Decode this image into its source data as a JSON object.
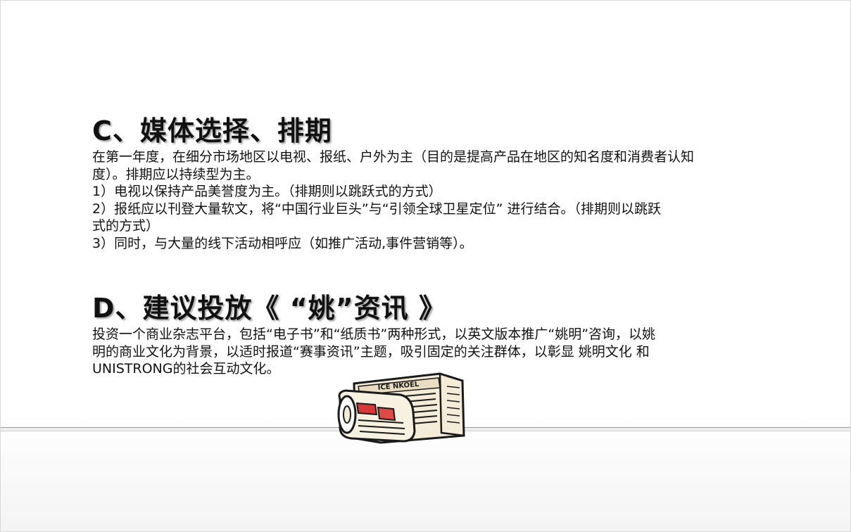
{
  "section_c": {
    "heading": "C、媒体选择、排期",
    "lines": [
      "在第一年度，在细分市场地区以电视、报纸、户外为主（目的是提高产品在地区的知名度和消费者认知",
      "度）。排期应以持续型为主。",
      "1）电视以保持产品美誉度为主。（排期则以跳跃式的方式）",
      "2）报纸应以刊登大量软文，将“中国行业巨头”与“引领全球卫星定位” 进行结合。（排期则以跳跃",
      "式的方式）",
      "3）同时，与大量的线下活动相呼应（如推广活动,事件营销等）。"
    ]
  },
  "section_d": {
    "heading": "D、建议投放《 “姚”资讯 》",
    "lines": [
      "投资一个商业杂志平台，包括“电子书”和“纸质书”两种形式，以英文版本推广“姚明”咨询，以姚",
      "明的商业文化为背景，以适时报道“赛事资讯”主题，吸引固定的关注群体，以彰显 姚明文化 和",
      "UNISTRONG的社会互动文化。"
    ]
  },
  "clipart": {
    "icon": "newspaper-icon",
    "masthead": "ICE NKOEL"
  }
}
